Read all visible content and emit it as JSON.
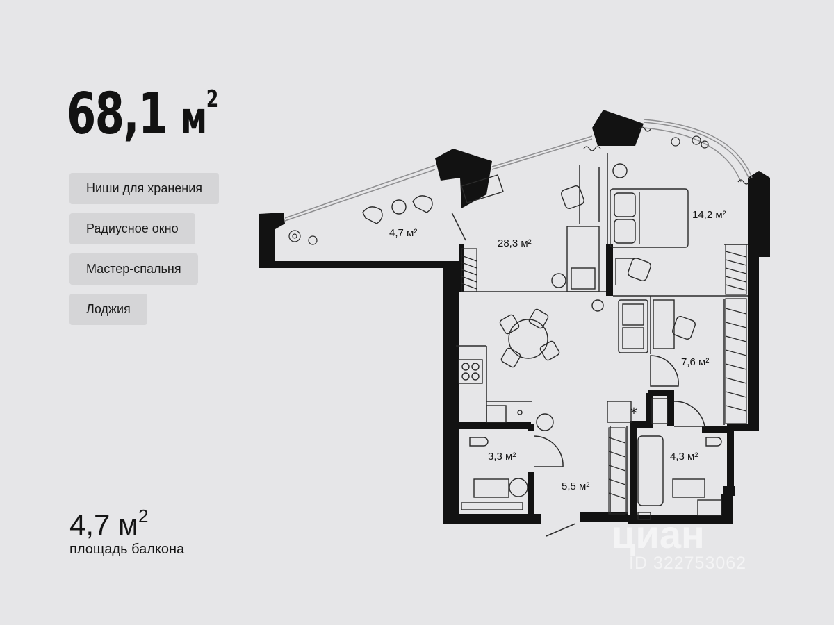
{
  "total_area": {
    "value": "68,1",
    "unit": "м",
    "exponent": "2"
  },
  "features": [
    {
      "label": "Ниши для хранения"
    },
    {
      "label": "Радиусное окно"
    },
    {
      "label": "Мастер-спальня"
    },
    {
      "label": "Лоджия"
    }
  ],
  "balcony": {
    "value": "4,7 м",
    "exponent": "2",
    "label": "площадь балкона"
  },
  "rooms": [
    {
      "label": "4,7 м²"
    },
    {
      "label": "28,3 м²"
    },
    {
      "label": "14,2 м²"
    },
    {
      "label": "7,6 м²"
    },
    {
      "label": "3,3 м²"
    },
    {
      "label": "5,5 м²"
    },
    {
      "label": "4,3 м²"
    }
  ],
  "watermark": {
    "brand": "циан",
    "listing_id": "ID 322753062"
  },
  "colors": {
    "background": "#e6e6e8",
    "walls": "#121212",
    "chip": "#d5d5d7",
    "furniture_stroke": "#2a2a2a"
  }
}
